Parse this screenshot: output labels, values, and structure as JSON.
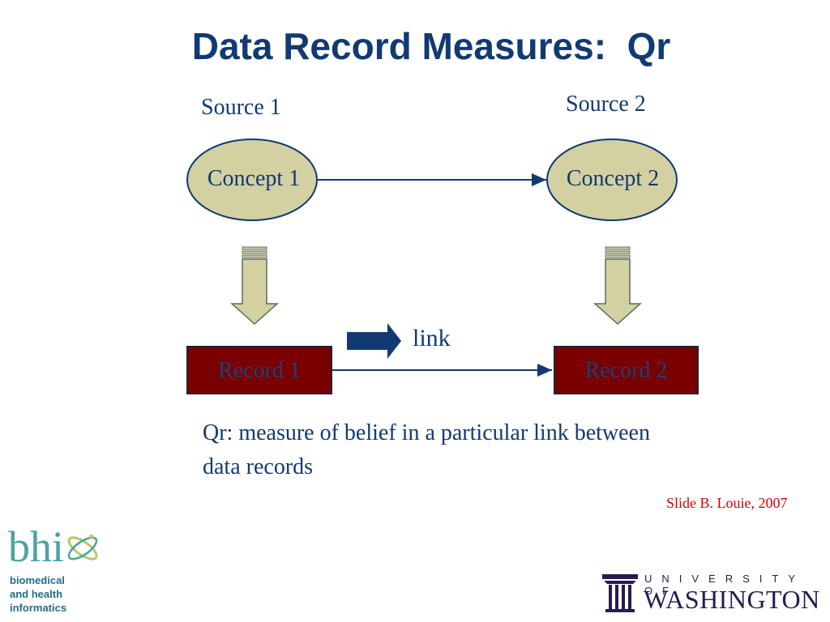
{
  "slide": {
    "title": "Data Record Measures:  Qr",
    "source1": "Source 1",
    "source2": "Source 2",
    "concept1": "Concept 1",
    "concept2": "Concept 2",
    "record1": "Record 1",
    "record2": "Record 2",
    "link_label": "link",
    "description": "Qr:  measure of belief in a particular link between data records",
    "credit": "Slide B. Louie, 2007"
  },
  "logos": {
    "bhi_mark": "bhi",
    "bhi_lines": [
      "biomedical",
      "and health",
      "informatics"
    ],
    "uw_top": "UNIVERSITY OF",
    "uw_bottom": "WASHINGTON"
  },
  "colors": {
    "title": "#123a72",
    "concept_fill": "#d3d1a2",
    "record_fill": "#7a0000",
    "credit": "#d40000"
  }
}
